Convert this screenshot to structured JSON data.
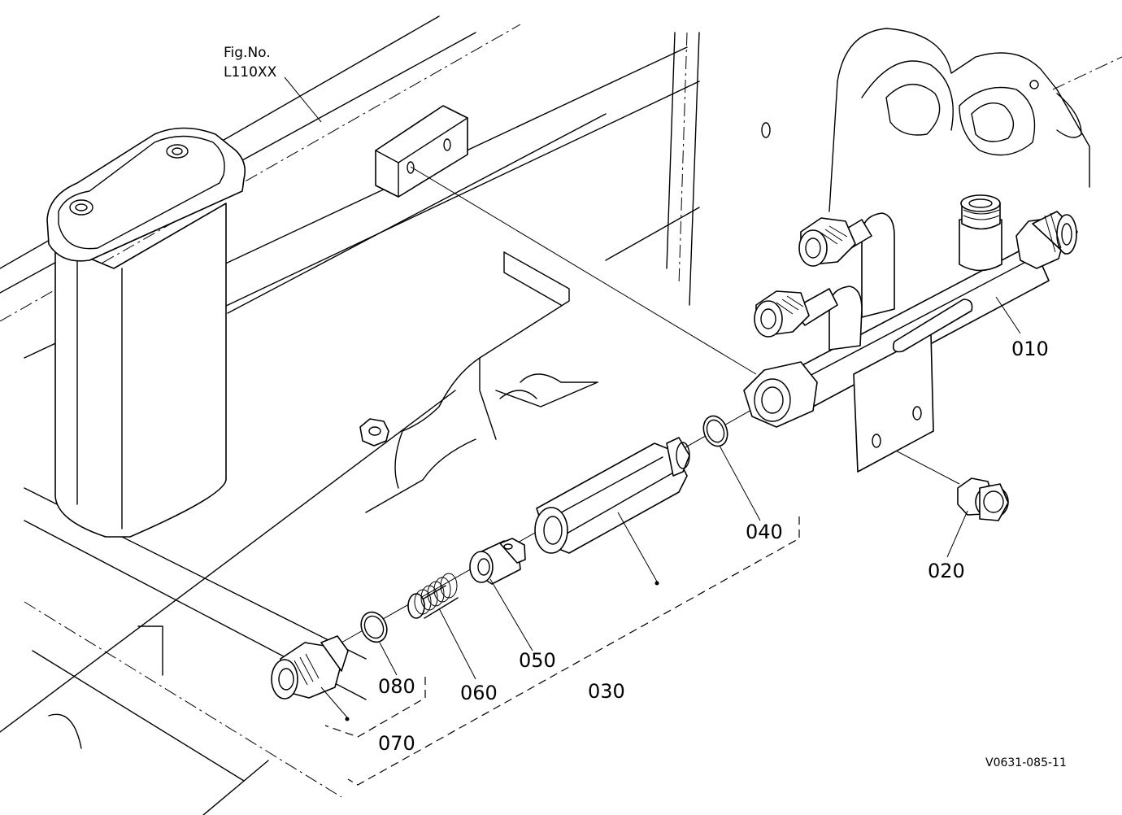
{
  "figure": {
    "ref_title": "Fig.No.",
    "ref_code": "L110XX",
    "drawing_code": "V0631-085-11"
  },
  "callouts": {
    "p010": "010",
    "p020": "020",
    "p030": "030",
    "p040": "040",
    "p050": "050",
    "p060": "060",
    "p070": "070",
    "p080": "080"
  }
}
